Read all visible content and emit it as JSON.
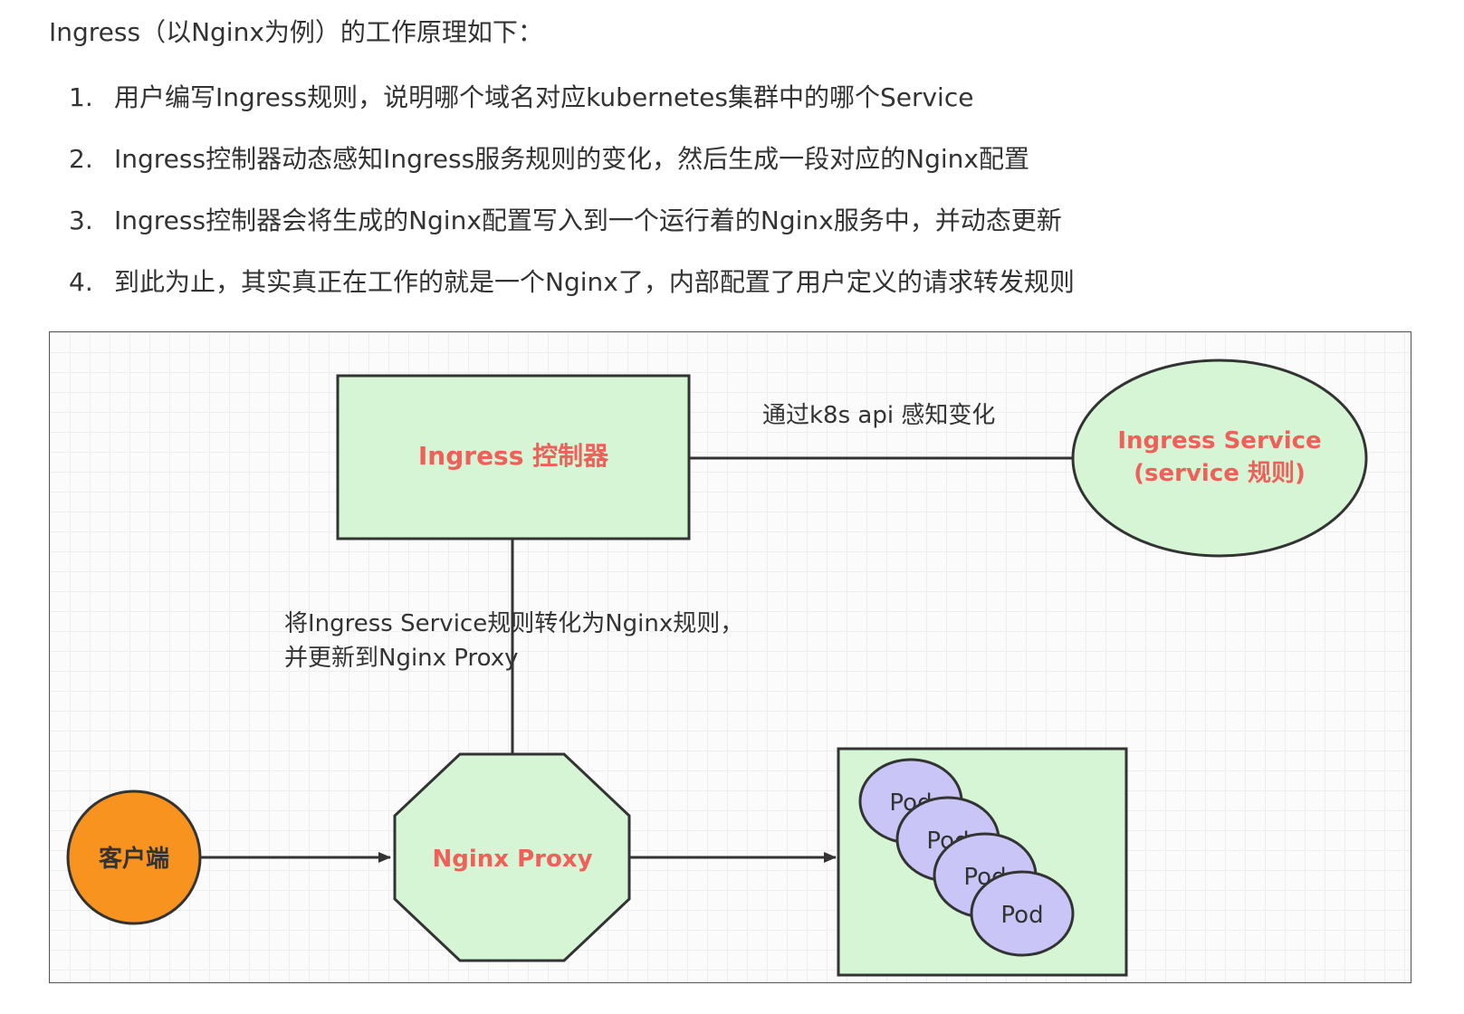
{
  "intro": "Ingress（以Nginx为例）的工作原理如下：",
  "steps": [
    {
      "num": "1.",
      "text": "用户编写Ingress规则，说明哪个域名对应kubernetes集群中的哪个Service"
    },
    {
      "num": "2.",
      "text": "Ingress控制器动态感知Ingress服务规则的变化，然后生成一段对应的Nginx配置"
    },
    {
      "num": "3.",
      "text": "Ingress控制器会将生成的Nginx配置写入到一个运行着的Nginx服务中，并动态更新"
    },
    {
      "num": "4.",
      "text": "到此为止，其实真正在工作的就是一个Nginx了，内部配置了用户定义的请求转发规则"
    }
  ],
  "diagram": {
    "controller_label": "Ingress 控制器",
    "service_line1": "Ingress Service",
    "service_line2": "(service 规则)",
    "api_label": "通过k8s api 感知变化",
    "convert_line1": "将Ingress Service规则转化为Nginx规则，",
    "convert_line2": "并更新到Nginx Proxy",
    "client_label": "客户端",
    "proxy_label": "Nginx Proxy",
    "pods": [
      "Pod",
      "Pod",
      "Pod",
      "Pod"
    ]
  },
  "colors": {
    "box_fill": "#d5f5d5",
    "red_text": "#f0605a",
    "client_fill": "#f7931e",
    "pod_fill": "#c9c6f7",
    "stroke": "#333333"
  }
}
